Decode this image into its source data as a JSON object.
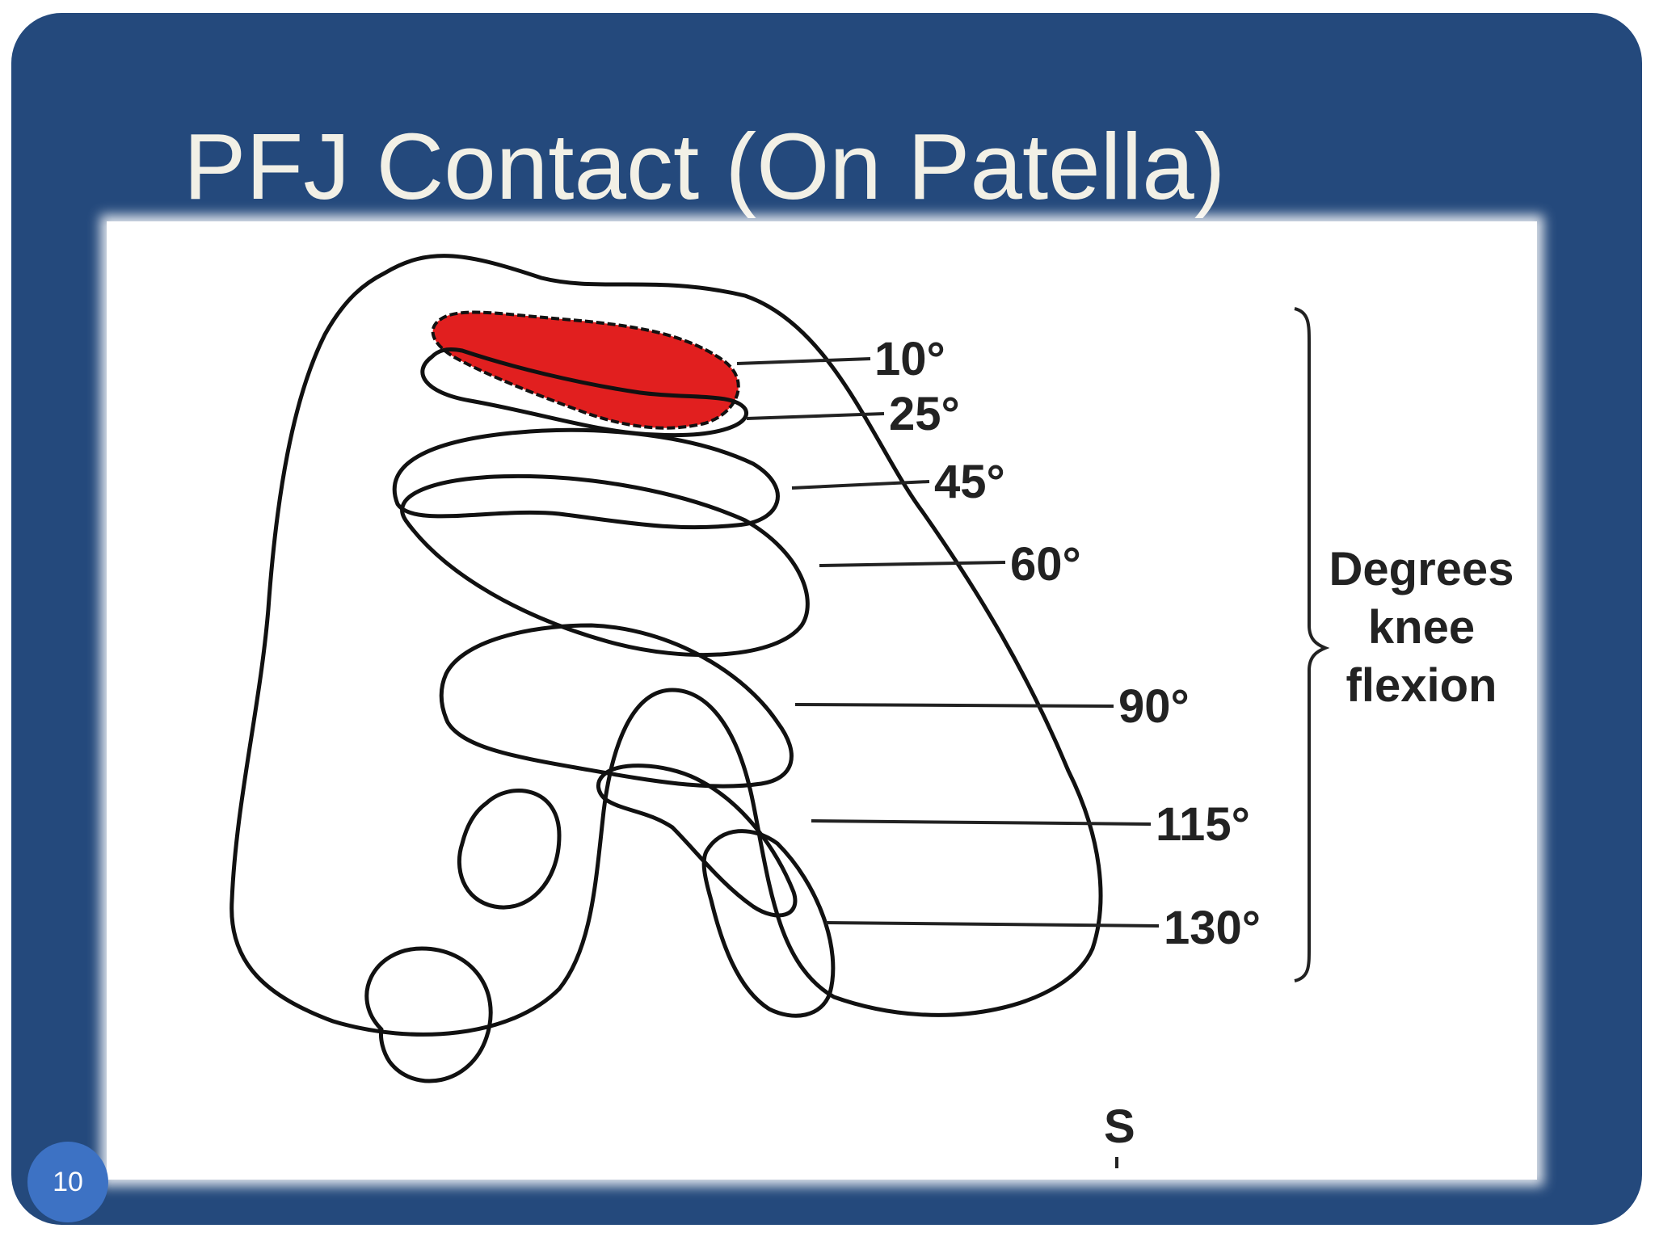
{
  "slide": {
    "title": "PFJ Contact (On Patella)",
    "page_number": "10",
    "background_color": "#24497c"
  },
  "diagram": {
    "angles": [
      "10°",
      "25°",
      "45°",
      "60°",
      "90°",
      "115°",
      "130°"
    ],
    "axis_label": [
      "Degrees",
      "knee",
      "flexion"
    ],
    "side_marker": "S",
    "highlighted_angle": "10°",
    "highlight_color": "#e11f1f"
  }
}
